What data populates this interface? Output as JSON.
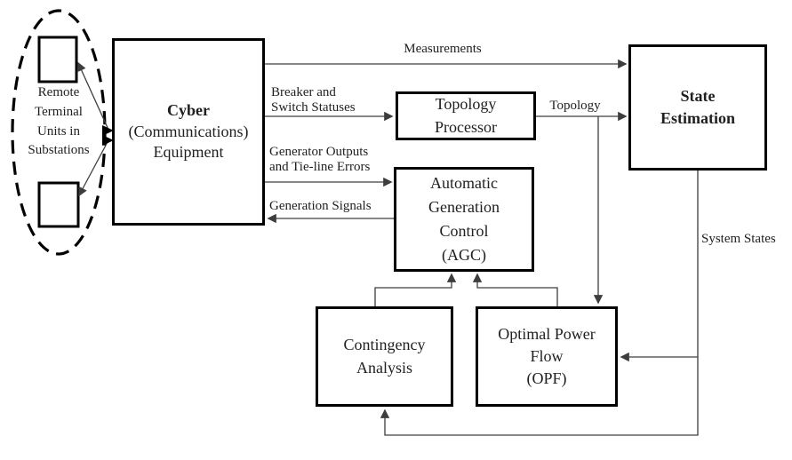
{
  "diagram": {
    "nodes": {
      "rtu_group": {
        "label": "Remote\nTerminal\nUnits in\nSubstations"
      },
      "cyber": {
        "title": "Cyber",
        "subtitle": "(Communications)\nEquipment"
      },
      "topology_processor": {
        "label": "Topology\nProcessor"
      },
      "state_estimation": {
        "label": "State\nEstimation"
      },
      "agc": {
        "label": "Automatic\nGeneration\nControl\n(AGC)"
      },
      "contingency_analysis": {
        "label": "Contingency\nAnalysis"
      },
      "opf": {
        "label": "Optimal Power\nFlow\n(OPF)"
      }
    },
    "edge_labels": {
      "measurements": "Measurements",
      "breaker_switch": "Breaker and\nSwitch Statuses",
      "topology": "Topology",
      "generator_outputs": "Generator Outputs\nand Tie-line Errors",
      "generation_signals": "Generation Signals",
      "system_states": "System States"
    }
  },
  "colors": {
    "background": "#ffffff",
    "box_border": "#000000",
    "line": "#3d3d3d",
    "text": "#1f1f1f"
  }
}
